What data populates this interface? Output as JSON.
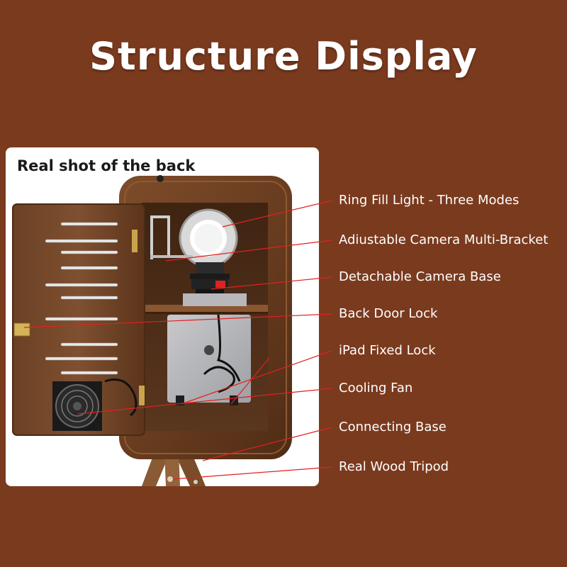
{
  "title": "Structure Display",
  "photo": {
    "label": "Real shot of the back"
  },
  "callouts": [
    {
      "label": "Ring Fill Light - Three Modes"
    },
    {
      "label": "Adiustable Camera Multi-Bracket"
    },
    {
      "label": "Detachable Camera Base"
    },
    {
      "label": "Back Door Lock"
    },
    {
      "label": "iPad Fixed Lock"
    },
    {
      "label": "Cooling Fan"
    },
    {
      "label": "Connecting Base"
    },
    {
      "label": "Real Wood Tripod"
    }
  ],
  "colors": {
    "background": "#7a3a1e",
    "callout_line": "#e32020",
    "wood_dark": "#5a3218",
    "wood_mid": "#7b4a28",
    "text_light": "#ffffff"
  }
}
